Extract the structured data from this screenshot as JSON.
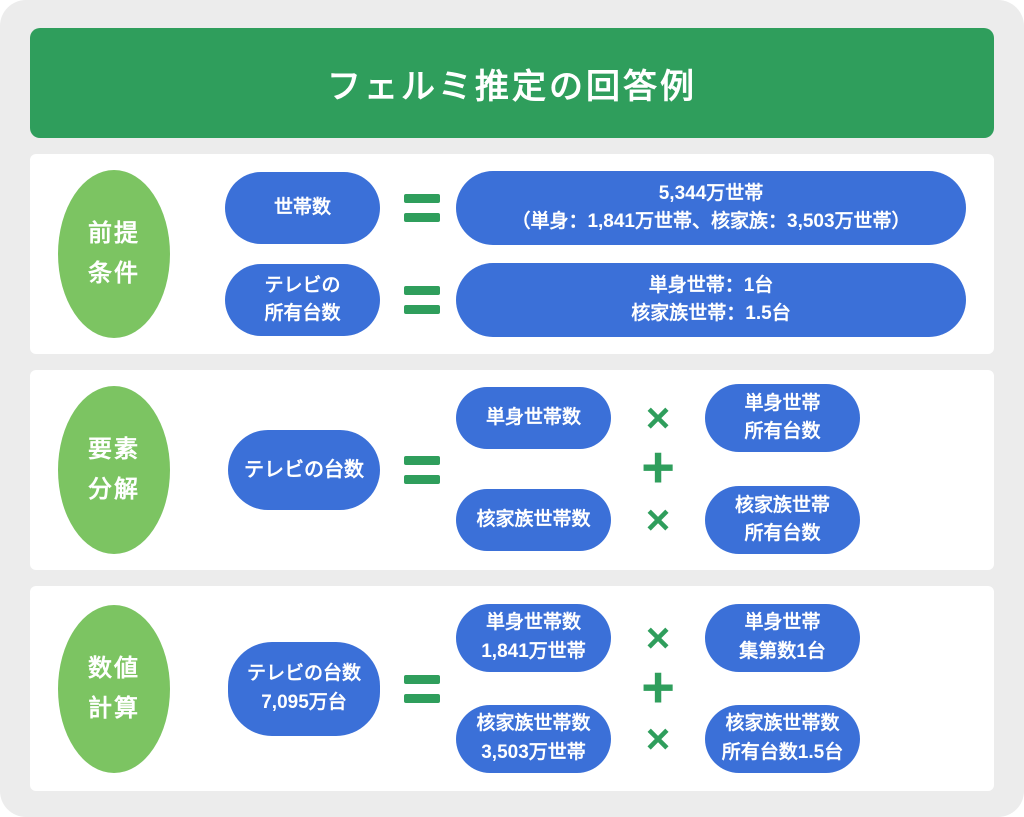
{
  "title": "フェルミ推定の回答例",
  "colors": {
    "header_green": "#2f9e5c",
    "ellipse_green": "#7cc462",
    "pill_blue": "#3b70d8",
    "background_gray": "#ececec",
    "text_white": "#ffffff"
  },
  "operators": {
    "multiply": "×",
    "plus": "+"
  },
  "row1": {
    "label_l1": "前提",
    "label_l2": "条件",
    "eq1_lhs": "世帯数",
    "eq1_rhs_l1": "5,344万世帯",
    "eq1_rhs_l2": "（単身：1,841万世帯、核家族：3,503万世帯）",
    "eq2_lhs_l1": "テレビの",
    "eq2_lhs_l2": "所有台数",
    "eq2_rhs_l1": "単身世帯：1台",
    "eq2_rhs_l2": "核家族世帯：1.5台"
  },
  "row2": {
    "label_l1": "要素",
    "label_l2": "分解",
    "lhs": "テレビの台数",
    "t1_a": "単身世帯数",
    "t1_b_l1": "単身世帯",
    "t1_b_l2": "所有台数",
    "t2_a": "核家族世帯数",
    "t2_b_l1": "核家族世帯",
    "t2_b_l2": "所有台数"
  },
  "row3": {
    "label_l1": "数値",
    "label_l2": "計算",
    "lhs_l1": "テレビの台数",
    "lhs_l2": "7,095万台",
    "t1_a_l1": "単身世帯数",
    "t1_a_l2": "1,841万世帯",
    "t1_b_l1": "単身世帯",
    "t1_b_l2": "集第数1台",
    "t2_a_l1": "核家族世帯数",
    "t2_a_l2": "3,503万世帯",
    "t2_b_l1": "核家族世帯数",
    "t2_b_l2": "所有台数1.5台"
  }
}
